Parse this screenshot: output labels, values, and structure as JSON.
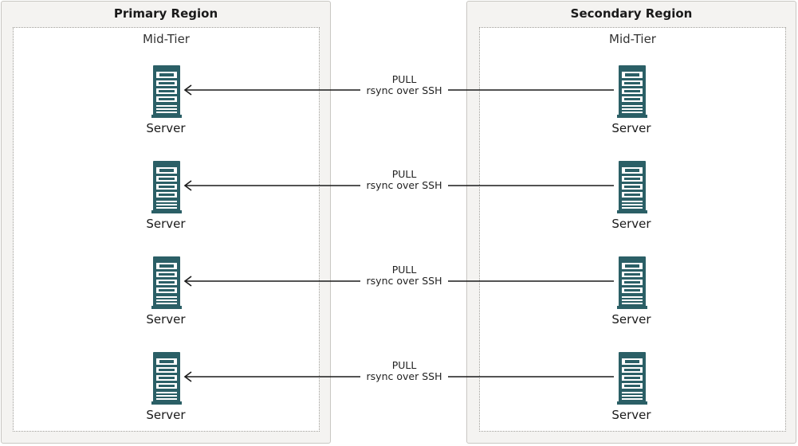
{
  "primary": {
    "title": "Primary Region",
    "tier": "Mid-Tier"
  },
  "secondary": {
    "title": "Secondary Region",
    "tier": "Mid-Tier"
  },
  "servers": {
    "primary": [
      "Server",
      "Server",
      "Server",
      "Server"
    ],
    "secondary": [
      "Server",
      "Server",
      "Server",
      "Server"
    ]
  },
  "links": [
    {
      "mode": "PULL",
      "method": "rsync over SSH"
    },
    {
      "mode": "PULL",
      "method": "rsync over SSH"
    },
    {
      "mode": "PULL",
      "method": "rsync over SSH"
    },
    {
      "mode": "PULL",
      "method": "rsync over SSH"
    }
  ],
  "colors": {
    "server": "#2b5f66",
    "line": "#1a1a1a"
  }
}
